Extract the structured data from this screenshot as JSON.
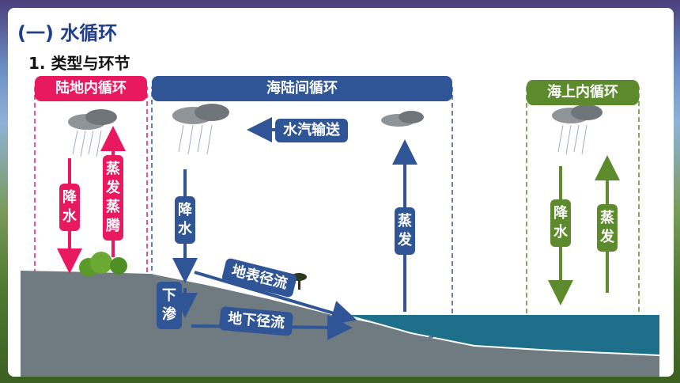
{
  "section_title": "(一) 水循环",
  "subsection_title": "1.  类型与环节",
  "cycles": {
    "land": {
      "title": "陆地内循环",
      "precip": "降水",
      "evap": "蒸发蒸腾"
    },
    "sea_land": {
      "title": "海陆间循环",
      "vapor": "水汽输送",
      "precip": "降水",
      "evap": "蒸发",
      "infiltration": "下渗",
      "surface_runoff": "地表径流",
      "groundwater_runoff": "地下径流"
    },
    "sea": {
      "title": "海上内循环",
      "precip": "降水",
      "evap": "蒸发"
    }
  },
  "colors": {
    "land": "#e8195e",
    "sea_land": "#2f5596",
    "sea": "#5c8a2c",
    "ocean": "#1d6f8a",
    "ground": "#6f7b80"
  }
}
